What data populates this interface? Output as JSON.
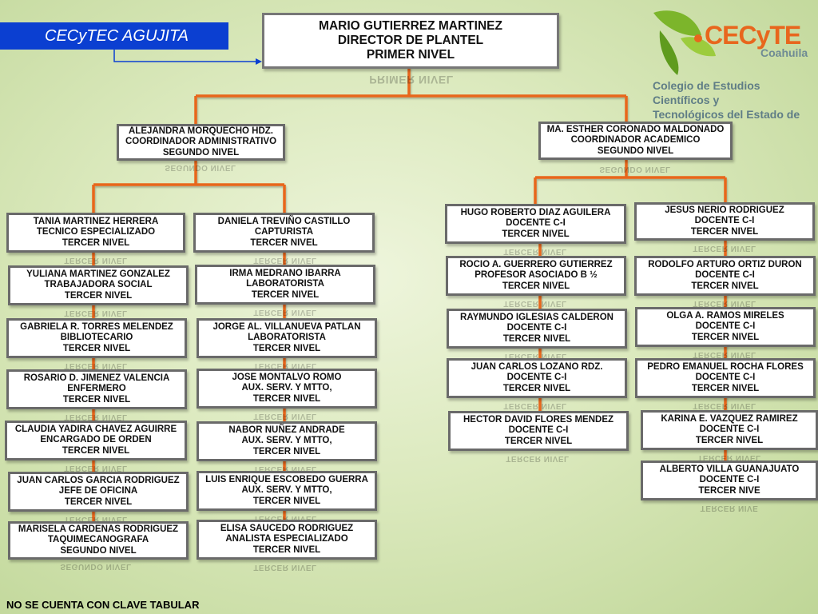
{
  "campus_label": "CECyTEC AGUJITA",
  "logo": {
    "name": "CECyTE",
    "state": "Coahuila",
    "description_line1": "Colegio de Estudios Científicos y",
    "description_line2": "Tecnológicos del Estado de Coahuila",
    "colors": {
      "green": "#7cb52b",
      "orange": "#e8661d"
    }
  },
  "director": {
    "name": "MARIO GUTIERREZ MARTINEZ",
    "role": "DIRECTOR DE PLANTEL",
    "level": "PRIMER NIVEL"
  },
  "admin_coordinator": {
    "name": "ALEJANDRA MORQUECHO HDZ.",
    "role": "COORDINADOR ADMINISTRATIVO",
    "level": "SEGUNDO NIVEL"
  },
  "academic_coordinator": {
    "name": "MA. ESTHER CORONADO MALDONADO",
    "role": "COORDINADOR ACADEMICO",
    "level": "SEGUNDO NIVEL"
  },
  "admin_col1": [
    {
      "name": "TANIA MARTINEZ HERRERA",
      "role": "TECNICO ESPECIALIZADO",
      "level": "TERCER NIVEL"
    },
    {
      "name": "YULIANA MARTINEZ GONZALEZ",
      "role": "TRABAJADORA SOCIAL",
      "level": "TERCER NIVEL"
    },
    {
      "name": "GABRIELA R.  TORRES MELENDEZ",
      "role": "BIBLIOTECARIO",
      "level": "TERCER NIVEL"
    },
    {
      "name": "ROSARIO D. JIMENEZ VALENCIA",
      "role": "ENFERMERO",
      "level": "TERCER NIVEL"
    },
    {
      "name": "CLAUDIA YADIRA CHAVEZ AGUIRRE",
      "role": "ENCARGADO DE ORDEN",
      "level": "TERCER NIVEL"
    },
    {
      "name": "JUAN CARLOS GARCIA RODRIGUEZ",
      "role": "JEFE DE OFICINA",
      "level": "TERCER NIVEL"
    },
    {
      "name": "MARISELA CARDENAS RODRIGUEZ",
      "role": "TAQUIMECANOGRAFA",
      "level": "SEGUNDO NIVEL"
    }
  ],
  "admin_col2": [
    {
      "name": "DANIELA TREVIÑO CASTILLO",
      "role": "CAPTURISTA",
      "level": "TERCER NIVEL"
    },
    {
      "name": "IRMA MEDRANO IBARRA",
      "role": "LABORATORISTA",
      "level": "TERCER NIVEL"
    },
    {
      "name": "JORGE AL. VILLANUEVA PATLAN",
      "role": "LABORATORISTA",
      "level": "TERCER NIVEL"
    },
    {
      "name": "JOSE MONTALVO ROMO",
      "role": "AUX. SERV. Y MTTO,",
      "level": "TERCER NIVEL"
    },
    {
      "name": "NABOR NUÑEZ ANDRADE",
      "role": "AUX. SERV. Y MTTO,",
      "level": "TERCER NIVEL"
    },
    {
      "name": "LUIS ENRIQUE ESCOBEDO GUERRA",
      "role": "AUX. SERV. Y MTTO,",
      "level": "TERCER NIVEL"
    },
    {
      "name": "ELISA SAUCEDO RODRIGUEZ",
      "role": "ANALISTA ESPECIALIZADO",
      "level": "TERCER NIVEL"
    }
  ],
  "acad_col1": [
    {
      "name": "HUGO ROBERTO DIAZ AGUILERA",
      "role": "DOCENTE C-I",
      "level": "TERCER NIVEL"
    },
    {
      "name": "ROCIO A. GUERRERO GUTIERREZ",
      "role": "PROFESOR ASOCIADO B ½",
      "level": "TERCER NIVEL"
    },
    {
      "name": "RAYMUNDO  IGLESIAS CALDERON",
      "role": "DOCENTE C-I",
      "level": "TERCER NIVEL"
    },
    {
      "name": "JUAN CARLOS LOZANO  RDZ.",
      "role": "DOCENTE C-I",
      "level": "TERCER NIVEL"
    },
    {
      "name": "HECTOR DAVID FLORES MENDEZ",
      "role": "DOCENTE C-I",
      "level": "TERCER NIVEL"
    }
  ],
  "acad_col2": [
    {
      "name": "JESUS NERIO RODRIGUEZ",
      "role": "DOCENTE C-I",
      "level": "TERCER NIVEL"
    },
    {
      "name": "RODOLFO ARTURO ORTIZ DURON",
      "role": "DOCENTE C-I",
      "level": "TERCER NIVEL"
    },
    {
      "name": "OLGA A. RAMOS MIRELES",
      "role": "DOCENTE C-I",
      "level": "TERCER NIVEL"
    },
    {
      "name": "PEDRO EMANUEL ROCHA FLORES",
      "role": "DOCENTE C-I",
      "level": "TERCER NIVEL"
    },
    {
      "name": "KARINA E. VAZQUEZ RAMIREZ",
      "role": "DOCENTE C-I",
      "level": "TERCER NIVEL"
    },
    {
      "name": "ALBERTO VILLA GUANAJUATO",
      "role": "DOCENTE C-I",
      "level": "TERCER NIVE"
    }
  ],
  "footnote": "NO SE CUENTA CON CLAVE TABULAR",
  "connector_color": "#e8661d"
}
